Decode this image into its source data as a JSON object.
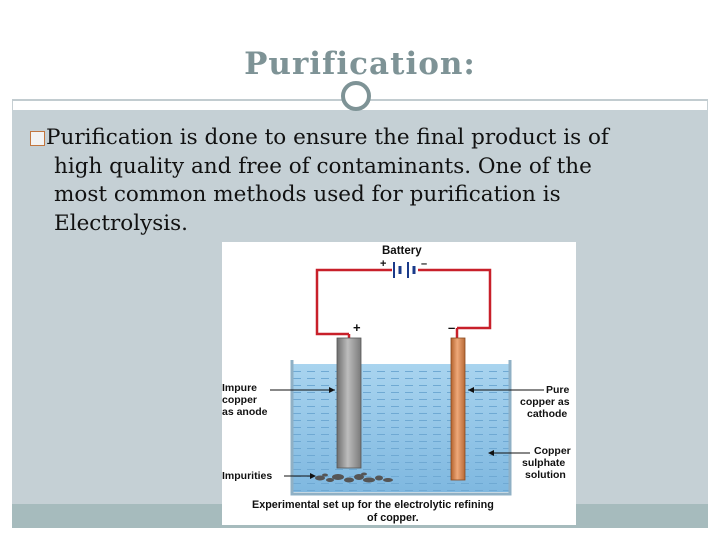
{
  "slide": {
    "title": "Purification:",
    "bullet_symbol": "checkbox-bullet-icon",
    "paragraph_lines": [
      "Purification is done to ensure the final product is of",
      "high quality and free of contaminants. One of the",
      "most common methods used for purification is",
      "Electrolysis."
    ]
  },
  "figure": {
    "battery_label": "Battery",
    "battery_plus": "+",
    "battery_minus": "–",
    "anode_sign": "+",
    "cathode_sign": "–",
    "anode_label": [
      "Impure",
      "copper",
      "as anode"
    ],
    "cathode_label": [
      "Pure",
      "copper as",
      "cathode"
    ],
    "solution_label": [
      "Copper",
      "sulphate",
      "solution"
    ],
    "impurities_label": "Impurities",
    "caption": [
      "Experimental set up for the electrolytic refining",
      "of copper."
    ]
  },
  "colors": {
    "title": "#7e9396",
    "content_background": "#c5d0d5",
    "footer": "#a6bbbd",
    "wire": "#c8202a",
    "electrolyte": "#8cc3e6",
    "anode": "#9a9a9a",
    "cathode": "#d88a55"
  }
}
